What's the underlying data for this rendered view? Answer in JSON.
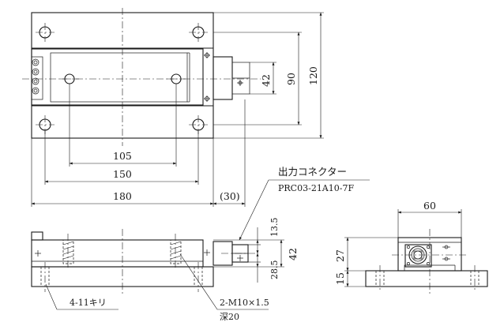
{
  "dimensions": {
    "d105": "105",
    "d150": "150",
    "d180": "180",
    "d30": "(30)",
    "d42_top": "42",
    "d90": "90",
    "d120": "120",
    "d60": "60",
    "d13_5": "13.5",
    "d28_5": "28.5",
    "d42_side": "42",
    "d27": "27",
    "d15": "15"
  },
  "callouts": {
    "connector_title": "出力コネクター",
    "connector_part": "PRC03-21A10-7F",
    "holes": "4-11キリ",
    "tapped_holes": "2-M10×1.5",
    "tapped_depth": "深20"
  }
}
